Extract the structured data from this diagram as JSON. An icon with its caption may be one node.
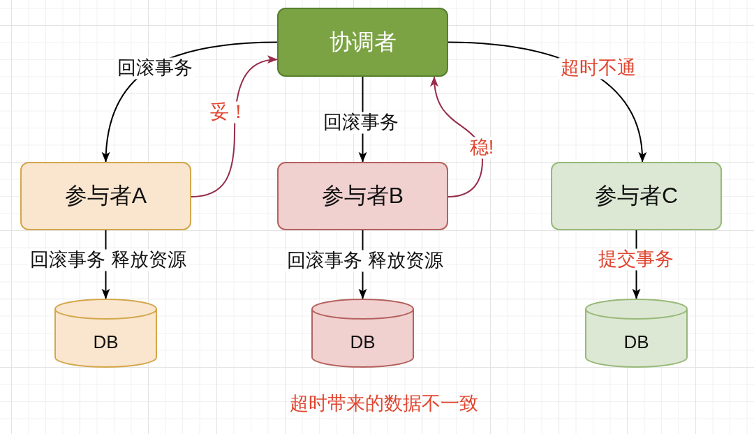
{
  "diagram": {
    "nodes": [
      {
        "text": [
          "协调者"
        ]
      },
      {
        "text": [
          "参与者A"
        ]
      },
      {
        "text": [
          "参与者B"
        ]
      },
      {
        "text": [
          "参与者C"
        ]
      },
      {
        "text": [
          "DB"
        ]
      },
      {
        "text": [
          "DB"
        ]
      },
      {
        "text": [
          "DB"
        ]
      }
    ],
    "edges": [
      {
        "from": 0,
        "to": 1,
        "arrow": "to",
        "label": "回滚事务"
      },
      {
        "from": 1,
        "to": 0,
        "arrow": "to",
        "label": "妥！",
        "color": "#962d49"
      },
      {
        "from": 0,
        "to": 2,
        "arrow": "to",
        "label": "回滚事务"
      },
      {
        "from": 2,
        "to": 0,
        "arrow": "to",
        "label": "稳!",
        "color": "#962d49"
      },
      {
        "from": 0,
        "to": 3,
        "arrow": "to",
        "label": "超时不通"
      },
      {
        "from": 1,
        "to": 4,
        "arrow": "to",
        "label": "回滚事务 释放资源"
      },
      {
        "from": 2,
        "to": 5,
        "arrow": "to",
        "label": "回滚事务 释放资源"
      },
      {
        "from": 3,
        "to": 6,
        "arrow": "to",
        "label": "提交事务"
      }
    ],
    "labels": [
      "超时带来的数据不一致"
    ]
  }
}
